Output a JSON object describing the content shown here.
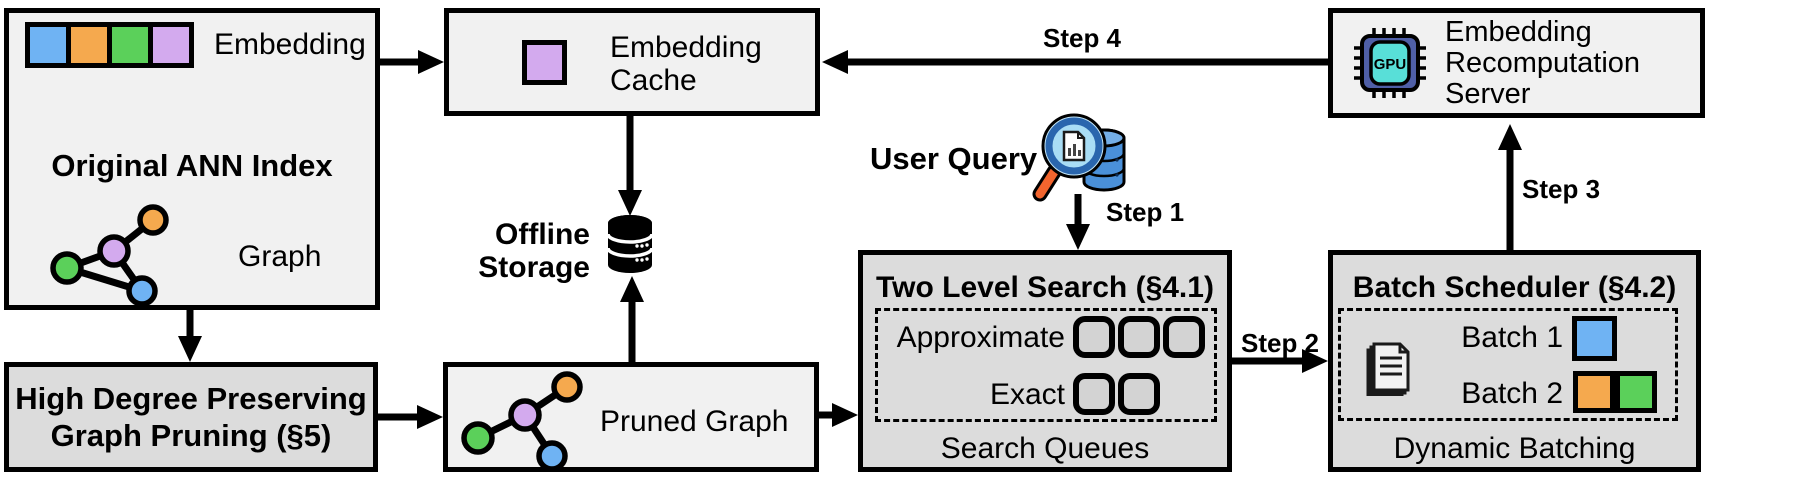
{
  "figure": {
    "original_index": {
      "embedding_label": "Embedding",
      "title": "Original ANN Index",
      "graph_label": "Graph"
    },
    "graph_pruning": {
      "line1": "High Degree Preserving",
      "line2": "Graph Pruning (§5)"
    },
    "embedding_cache": {
      "line1": "Embedding",
      "line2": "Cache"
    },
    "offline_storage": {
      "line1": "Offline",
      "line2": "Storage"
    },
    "pruned_graph": {
      "label": "Pruned Graph"
    },
    "user_query": {
      "label": "User Query"
    },
    "two_level_search": {
      "title": "Two Level Search (§4.1)",
      "approximate_label": "Approximate",
      "exact_label": "Exact",
      "caption": "Search Queues"
    },
    "batch_scheduler": {
      "title": "Batch Scheduler (§4.2)",
      "batch1_label": "Batch 1",
      "batch2_label": "Batch 2",
      "caption": "Dynamic Batching"
    },
    "recomputation_server": {
      "line1": "Embedding",
      "line2": "Recomputation",
      "line3": "Server",
      "gpu_label": "GPU"
    },
    "steps": {
      "step1": "Step 1",
      "step2": "Step 2",
      "step3": "Step 3",
      "step4": "Step 4"
    },
    "colors": {
      "embedding_blue": "#6fb3f3",
      "embedding_orange": "#f5a94e",
      "embedding_green": "#5bd05a",
      "embedding_purple": "#d3aaee",
      "box_light": "#f1f1f1",
      "box_shaded": "#dcdcdc",
      "gpu_chip_body": "#4f5fa7",
      "gpu_chip_core": "#58dfd8",
      "query_database_blue": "#4a90d9",
      "magnifier_handle_orange": "#f2652e"
    }
  }
}
